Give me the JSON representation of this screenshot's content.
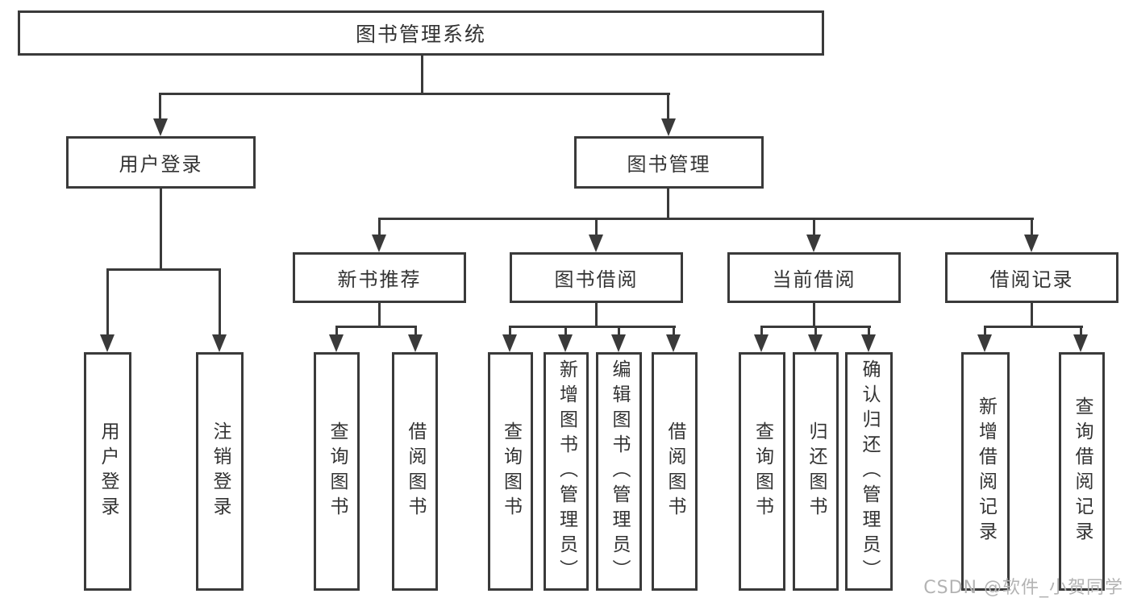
{
  "diagram": {
    "title": "图书管理系统",
    "root": "图书管理系统",
    "level2": {
      "user_login": "用户登录",
      "book_mgmt": "图书管理"
    },
    "level3": {
      "new_books": "新书推荐",
      "book_borrow": "图书借阅",
      "current_borrow": "当前借阅",
      "borrow_records": "借阅记录"
    },
    "children": {
      "user_login": [
        "用户登录",
        "注销登录"
      ],
      "new_books": [
        "查询图书",
        "借阅图书"
      ],
      "book_borrow": [
        "查询图书",
        "新增图书（管理员）",
        "编辑图书（管理员）",
        "借阅图书"
      ],
      "current_borrow": [
        "查询图书",
        "归还图书",
        "确认归还（管理员）"
      ],
      "borrow_records": [
        "新增借阅记录",
        "查询借阅记录"
      ]
    }
  },
  "watermark": "CSDN @软件_小贺同学",
  "colors": {
    "line": "#3a3a3a",
    "text": "#333333",
    "watermark": "#b3b3b3",
    "background": "#ffffff"
  }
}
